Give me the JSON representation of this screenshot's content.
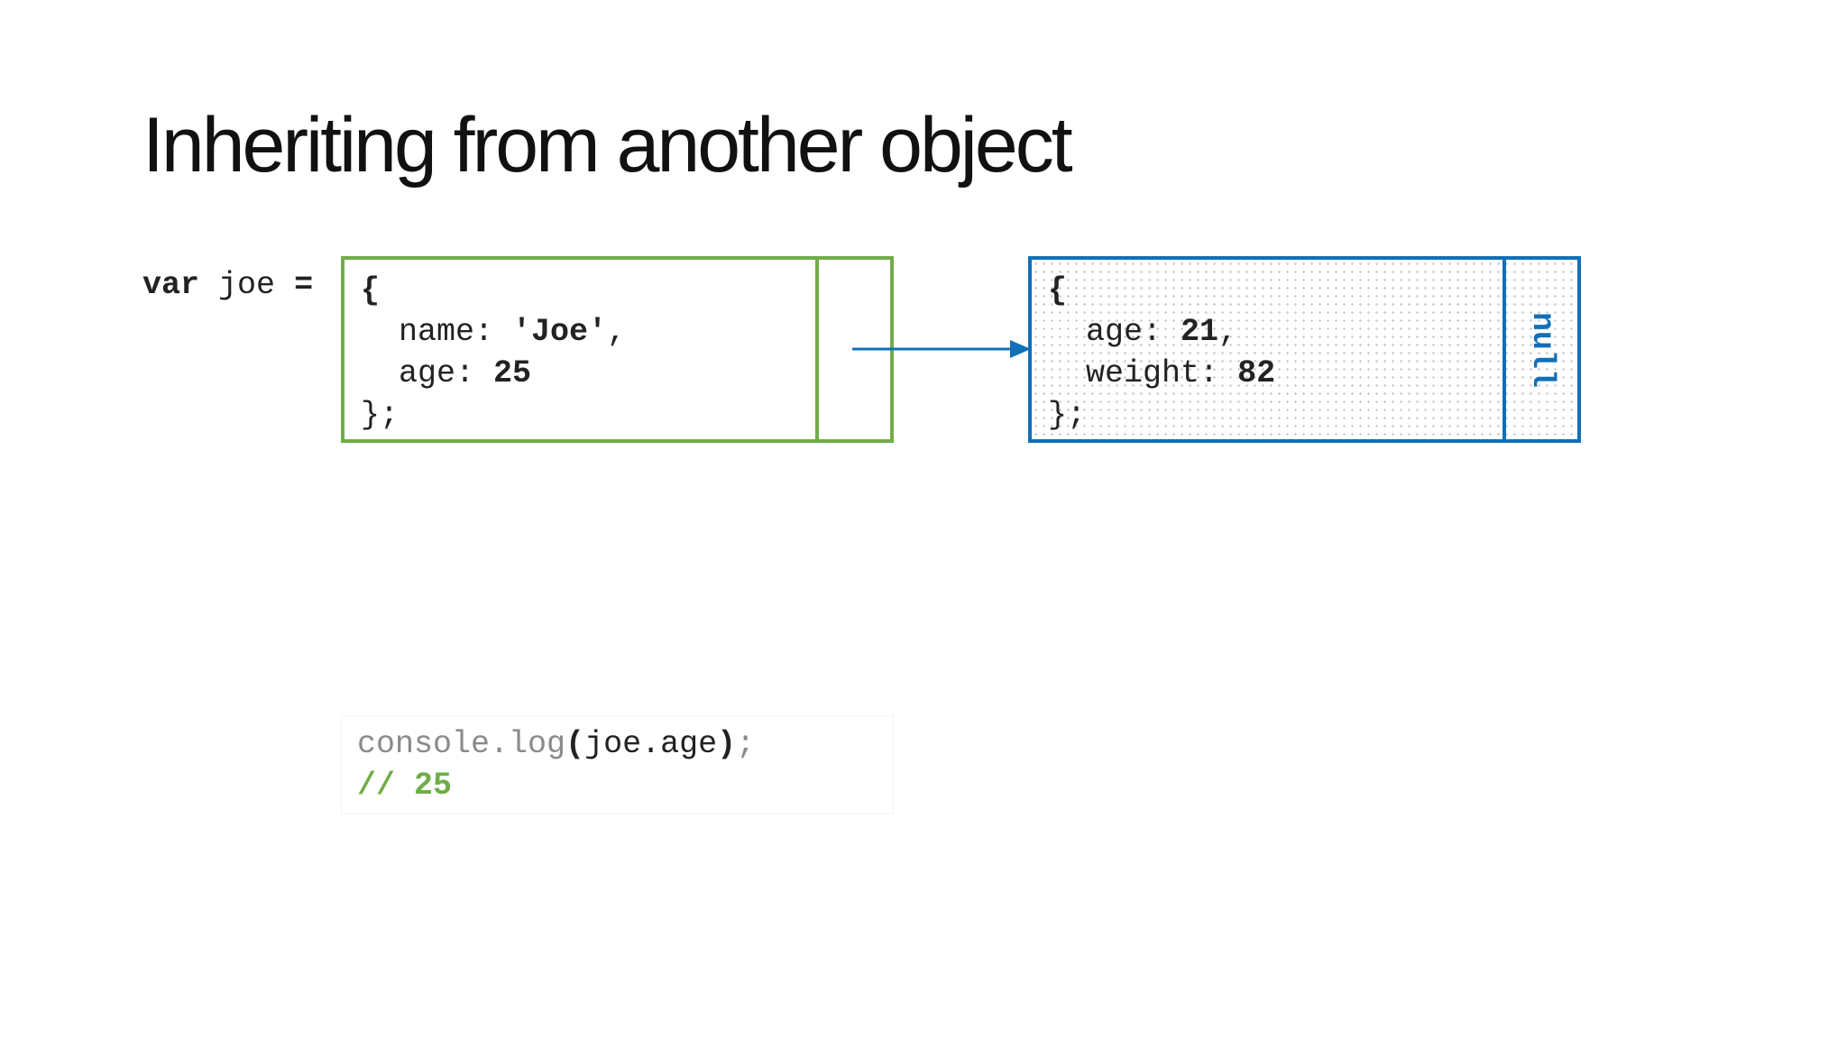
{
  "slide": {
    "title": "Inheriting from another object"
  },
  "declaration": {
    "keyword": "var",
    "name": "joe",
    "operator": "="
  },
  "joe_object": {
    "open": "{",
    "props": [
      {
        "key": "name",
        "value": "'Joe'",
        "suffix": ","
      },
      {
        "key": "age",
        "value": "25",
        "suffix": ""
      }
    ],
    "close": "};"
  },
  "proto_object": {
    "open": "{",
    "props": [
      {
        "key": "age",
        "value": "21",
        "suffix": ","
      },
      {
        "key": "weight",
        "value": "82",
        "suffix": ""
      }
    ],
    "close": "};",
    "prototype_label": "null"
  },
  "console": {
    "call_prefix": "console.log",
    "open_paren": "(",
    "argument": "joe.age",
    "close_paren": ")",
    "semicolon": ";",
    "result": "// 25"
  },
  "colors": {
    "joe_border": "#70ad47",
    "proto_border": "#1170b8",
    "arrow": "#1170b8",
    "result_text": "#70ad47"
  }
}
